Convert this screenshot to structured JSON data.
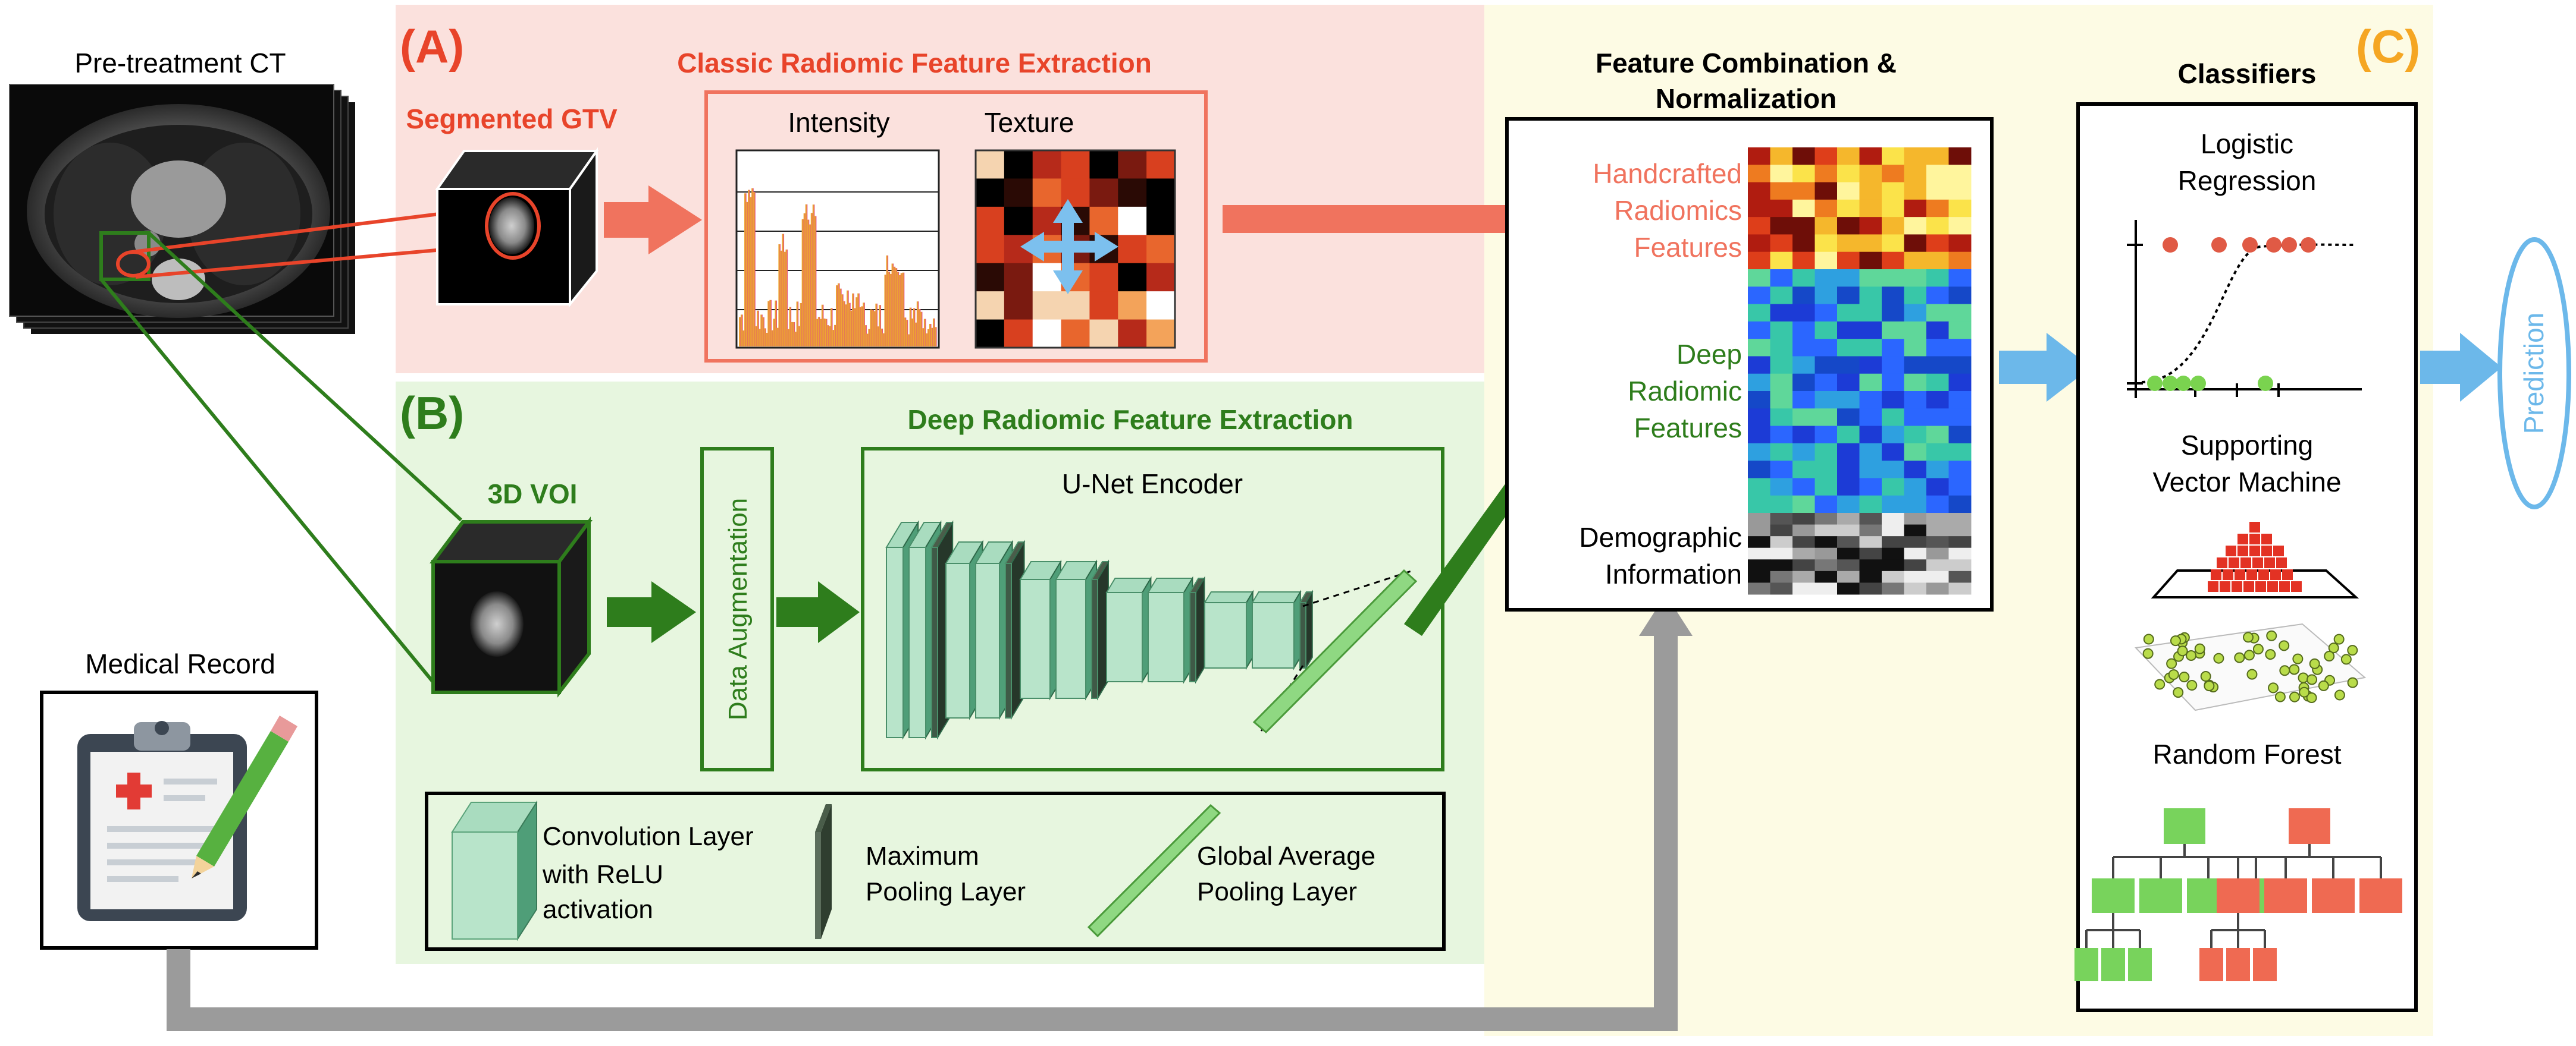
{
  "input": {
    "ct_title": "Pre-treatment CT",
    "record_title": "Medical Record"
  },
  "section_a": {
    "tag": "(A)",
    "title": "Classic Radiomic Feature Extraction",
    "segmented_label": "Segmented GTV",
    "intensity_label": "Intensity",
    "texture_label": "Texture"
  },
  "section_b": {
    "tag": "(B)",
    "title": "Deep Radiomic Feature Extraction",
    "voi_label": "3D VOI",
    "augmentation_label": "Data Augmentation",
    "encoder_label": "U-Net Encoder",
    "legend": {
      "conv_line1": "Convolution Layer",
      "conv_line2": "with ReLU",
      "conv_line3": "activation",
      "maxpool_line1": "Maximum",
      "maxpool_line2": "Pooling Layer",
      "gap_line1": "Global Average",
      "gap_line2": "Pooling Layer"
    }
  },
  "combination": {
    "title_line1": "Feature Combination &",
    "title_line2": "Normalization",
    "handcrafted": [
      "Handcrafted",
      "Radiomics",
      "Features"
    ],
    "deep": [
      "Deep",
      "Radiomic",
      "Features"
    ],
    "demographic": [
      "Demographic",
      "Information"
    ]
  },
  "section_c": {
    "tag": "(C)",
    "title": "Classifiers",
    "logistic": [
      "Logistic",
      "Regression"
    ],
    "svm": [
      "Supporting",
      "Vector Machine"
    ],
    "forest": "Random Forest"
  },
  "output": {
    "prediction": "Prediction"
  },
  "colors": {
    "panel_a": "#fbe1dd",
    "panel_b": "#e7f6df",
    "panel_c": "#fdfbe4",
    "red_accent": "#e8442a",
    "salmon": "#f0735e",
    "green_accent": "#2e7d1c",
    "orange_tag": "#f5a623",
    "blue_arrow": "#6cb8ea",
    "grey_arrow": "#9b9b9b",
    "layer_green": "#7fc9a4",
    "forest_green": "#78d35c",
    "forest_red": "#ef6a52"
  }
}
